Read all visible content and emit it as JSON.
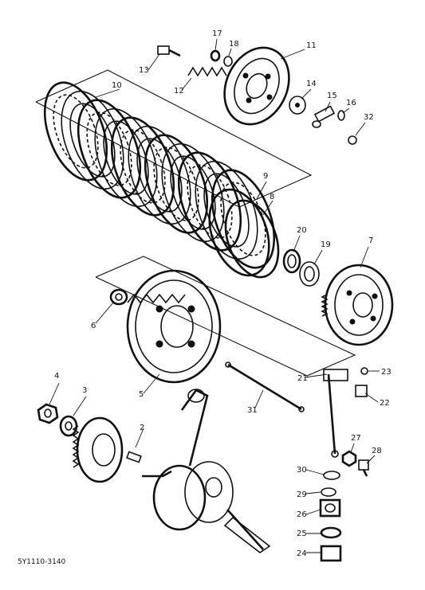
{
  "diagram": {
    "part_labels": [
      "1",
      "2",
      "3",
      "4",
      "5",
      "6",
      "7",
      "8",
      "9",
      "10",
      "11",
      "12",
      "13",
      "14",
      "15",
      "16",
      "17",
      "18",
      "19",
      "20",
      "21",
      "22",
      "23",
      "24",
      "25",
      "26",
      "27",
      "28",
      "29",
      "30",
      "31",
      "32"
    ],
    "figure_code": "5Y1110-3140"
  },
  "colors": {
    "ink": "#111111",
    "paper": "#ffffff"
  }
}
